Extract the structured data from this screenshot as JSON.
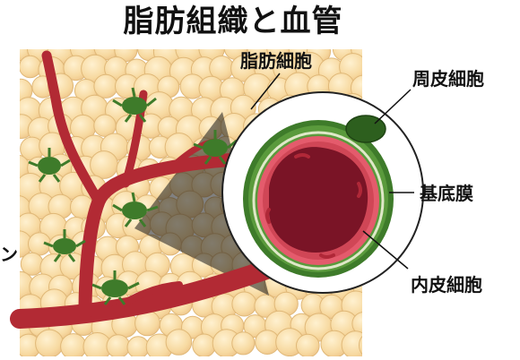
{
  "title": "脂肪組織と血管",
  "labels": {
    "adipocyte": "脂肪細胞",
    "pericyte": "周皮細胞",
    "basement_membrane": "基底膜",
    "endothelial": "内皮細胞",
    "cropped_left": "ン"
  },
  "colors": {
    "fat_cell": "#f7d9a0",
    "fat_cell_outline": "#e0b878",
    "vessel": "#b22a34",
    "vessel_lumen": "#7a1426",
    "endothelium": "#e45b6c",
    "pericyte": "#3e7b2a",
    "pericyte_light": "#5a9a3c",
    "magnifier_border": "#222222"
  }
}
